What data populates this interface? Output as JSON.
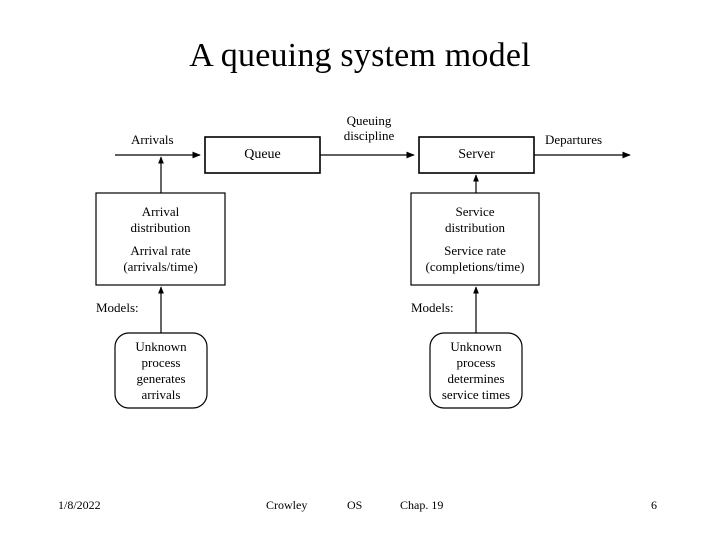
{
  "slide": {
    "title": "A queuing system model",
    "page_number": "6"
  },
  "diagram": {
    "flow_labels": {
      "arrivals": "Arrivals",
      "queuing_discipline_line1": "Queuing",
      "queuing_discipline_line2": "discipline",
      "departures": "Departures"
    },
    "nodes": {
      "queue": "Queue",
      "server": "Server"
    },
    "arrival_distribution": {
      "line1": "Arrival",
      "line2": "distribution",
      "line3": "Arrival rate",
      "line4": "(arrivals/time)"
    },
    "service_distribution": {
      "line1": "Service",
      "line2": "distribution",
      "line3": "Service rate",
      "line4": "(completions/time)"
    },
    "models_label_left": "Models:",
    "models_label_right": "Models:",
    "arrival_model": {
      "line1": "Unknown",
      "line2": "process",
      "line3": "generates",
      "line4": "arrivals"
    },
    "service_model": {
      "line1": "Unknown",
      "line2": "process",
      "line3": "determines",
      "line4": "service times"
    }
  },
  "footer": {
    "date": "1/8/2022",
    "author": "Crowley",
    "course": "OS",
    "chapter": "Chap. 19",
    "page": "6"
  },
  "colors": {
    "background": "#ffffff",
    "ink": "#000000"
  }
}
